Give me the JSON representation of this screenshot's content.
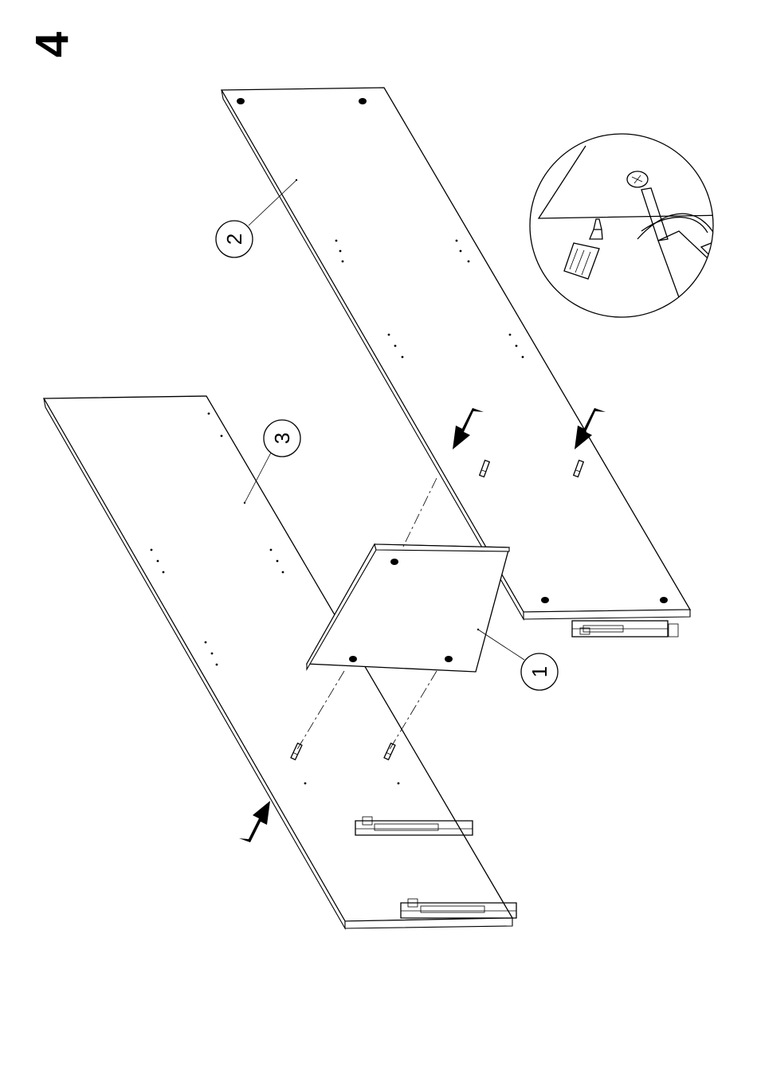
{
  "step": {
    "number": "4"
  },
  "callouts": [
    {
      "id": "part-1",
      "label": "1"
    },
    {
      "id": "part-2",
      "label": "2"
    },
    {
      "id": "part-3",
      "label": "3"
    }
  ],
  "icons": {
    "arrows": "assembly-arrow-icon",
    "detail": "screwdriver-detail-icon",
    "dowel": "dowel-icon",
    "slide": "drawer-slide-icon"
  },
  "colors": {
    "ink": "#000000",
    "paper": "#ffffff"
  }
}
